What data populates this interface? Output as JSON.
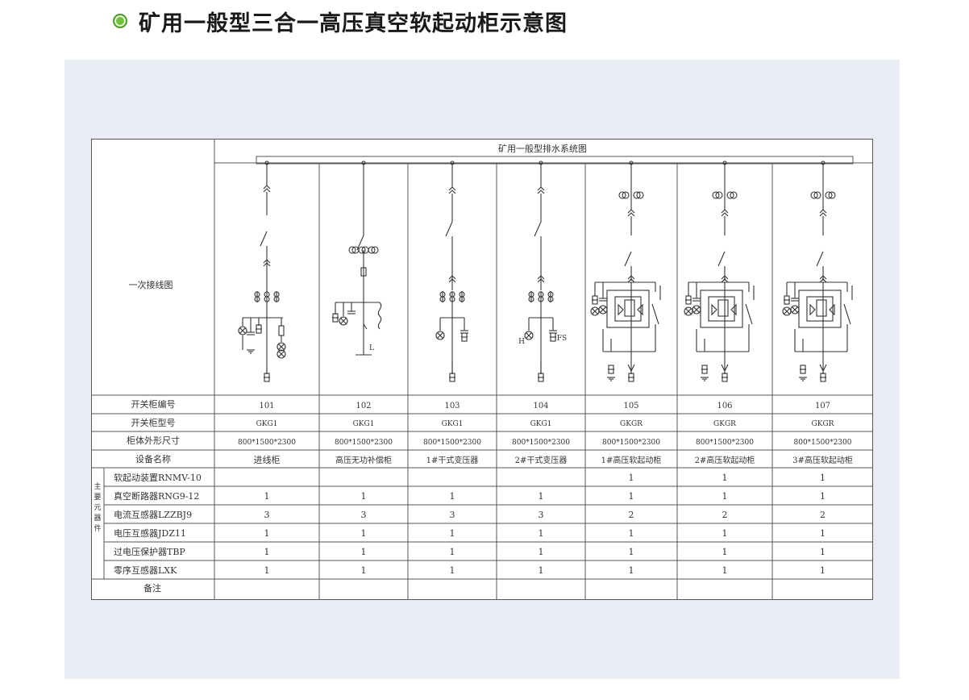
{
  "title": "矿用一般型三合一高压真空软起动柜示意图",
  "diagram_title": "矿用一般型排水系统图",
  "row_labels": {
    "wiring": "一次接线图",
    "number": "开关柜编号",
    "model": "开关柜型号",
    "size": "柜体外形尺寸",
    "name": "设备名称",
    "notes": "备注"
  },
  "side_label": [
    "主",
    "要",
    "元",
    "器",
    "件"
  ],
  "wiring_marks": {
    "l_label": "L",
    "h_label": "H",
    "fs_label": "FS"
  },
  "cabinets": [
    {
      "number": "101",
      "model": "GKG1",
      "size": "800*1500*2300",
      "name": "进线柜",
      "diagram": "incoming"
    },
    {
      "number": "102",
      "model": "GKG1",
      "size": "800*1500*2300",
      "name": "高压无功补偿柜",
      "diagram": "capacitor"
    },
    {
      "number": "103",
      "model": "GKG1",
      "size": "800*1500*2300",
      "name": "1#干式变压器",
      "diagram": "transformer"
    },
    {
      "number": "104",
      "model": "GKG1",
      "size": "800*1500*2300",
      "name": "2#干式变压器",
      "diagram": "transformer_fs"
    },
    {
      "number": "105",
      "model": "GKGR",
      "size": "800*1500*2300",
      "name": "1#高压软起动柜",
      "diagram": "softstart"
    },
    {
      "number": "106",
      "model": "GKGR",
      "size": "800*1500*2300",
      "name": "2#高压软起动柜",
      "diagram": "softstart"
    },
    {
      "number": "107",
      "model": "GKGR",
      "size": "800*1500*2300",
      "name": "3#高压软起动柜",
      "diagram": "softstart"
    }
  ],
  "components": [
    {
      "name": "软起动装置RNMV-10",
      "values": [
        "",
        "",
        "",
        "",
        "1",
        "1",
        "1"
      ]
    },
    {
      "name": "真空断路器RNG9-12",
      "values": [
        "1",
        "1",
        "1",
        "1",
        "1",
        "1",
        "1"
      ]
    },
    {
      "name": "电流互感器LZZBJ9",
      "values": [
        "3",
        "3",
        "3",
        "3",
        "2",
        "2",
        "2"
      ]
    },
    {
      "name": "电压互感器JDZ11",
      "values": [
        "1",
        "1",
        "1",
        "1",
        "1",
        "1",
        "1"
      ]
    },
    {
      "name": "过电压保护器TBP",
      "values": [
        "1",
        "1",
        "1",
        "1",
        "1",
        "1",
        "1"
      ]
    },
    {
      "name": "零序互感器LXK",
      "values": [
        "1",
        "1",
        "1",
        "1",
        "1",
        "1",
        "1"
      ]
    }
  ]
}
